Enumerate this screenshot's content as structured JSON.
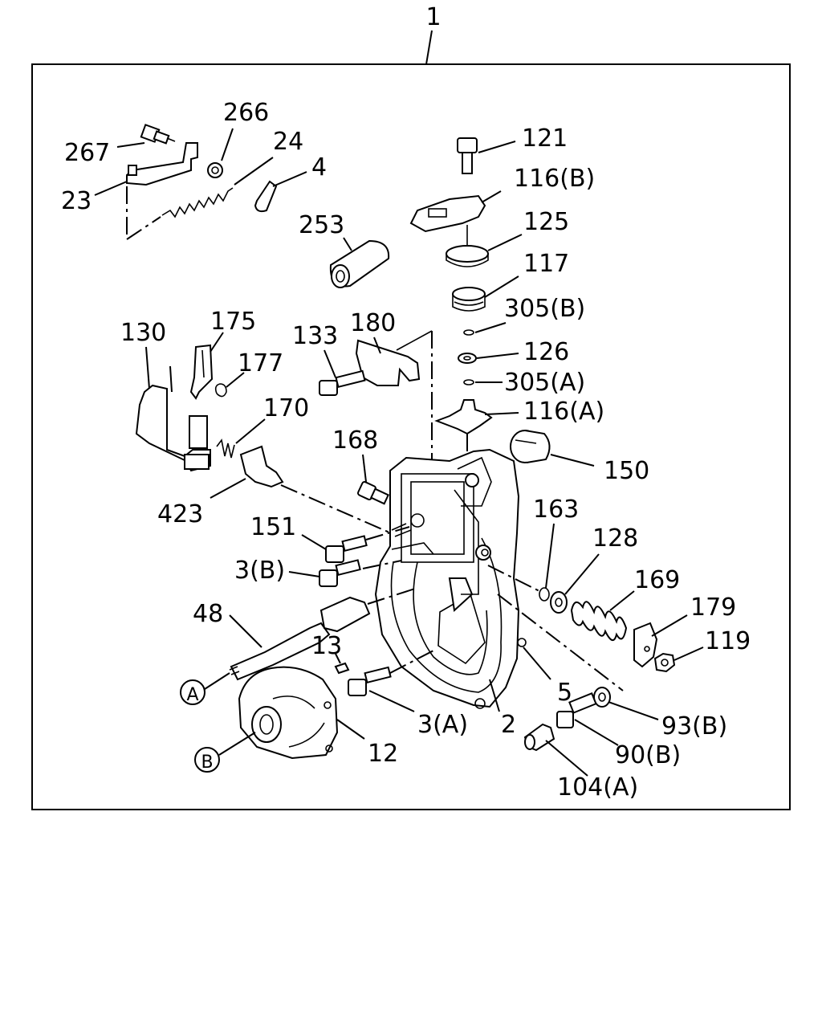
{
  "diagram": {
    "assembly_label": "1",
    "labels": {
      "p267": "267",
      "p266": "266",
      "p24": "24",
      "p4": "4",
      "p23": "23",
      "p121": "121",
      "p116b": "116(B)",
      "p125": "125",
      "p253": "253",
      "p117": "117",
      "p305b": "305(B)",
      "p126": "126",
      "p305a": "305(A)",
      "p116a": "116(A)",
      "p130": "130",
      "p175": "175",
      "p180": "180",
      "p133": "133",
      "p177": "177",
      "p170": "170",
      "p150": "150",
      "p168": "168",
      "p423": "423",
      "p163": "163",
      "p128": "128",
      "p151": "151",
      "p169": "169",
      "p3b": "3(B)",
      "p179": "179",
      "p119": "119",
      "p48": "48",
      "p13": "13",
      "p5": "5",
      "pA": "A",
      "p3a": "3(A)",
      "p2": "2",
      "p93b": "93(B)",
      "p12": "12",
      "pB": "B",
      "p90b": "90(B)",
      "p104a": "104(A)"
    }
  }
}
